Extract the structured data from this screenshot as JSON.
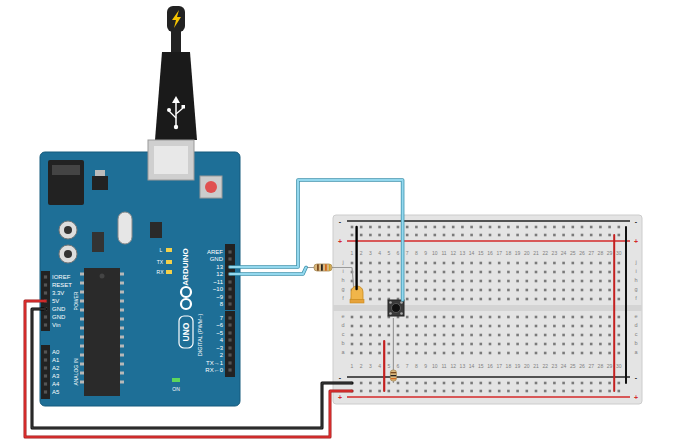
{
  "diagram": {
    "labels": [
      "L",
      "TX",
      "RX",
      "AREF",
      "GND",
      "13",
      "12",
      "~11",
      "~10",
      "~9",
      "8",
      "7",
      "~6",
      "~5",
      "4",
      "~3",
      "2",
      "TX→1",
      "RX←0",
      "DIGITAL (PWM~)",
      "ARDUINO",
      "UNO",
      "ON",
      "IOREF",
      "RESET",
      "3.3V",
      "5V",
      "GND",
      "GND",
      "Vin",
      "POWER",
      "A0",
      "A1",
      "A2",
      "A3",
      "A4",
      "A5",
      "ANALOG IN",
      "-",
      "+",
      "-",
      "+",
      "1",
      "2",
      "3",
      "4",
      "5",
      "6",
      "7",
      "8",
      "9",
      "10",
      "11",
      "12",
      "13",
      "14",
      "15",
      "16",
      "17",
      "18",
      "19",
      "20",
      "21",
      "22",
      "23",
      "24",
      "25",
      "26",
      "27",
      "28",
      "29",
      "30",
      "j",
      "i",
      "h",
      "g",
      "f",
      "e",
      "d",
      "c",
      "b",
      "a",
      "j",
      "i",
      "h",
      "g",
      "f",
      "e",
      "d",
      "c",
      "b",
      "a",
      "1",
      "2",
      "3",
      "4",
      "5",
      "6",
      "7",
      "8",
      "9",
      "10",
      "11",
      "12",
      "13",
      "14",
      "15",
      "16",
      "17",
      "18",
      "19",
      "20",
      "21",
      "22",
      "23",
      "24",
      "25",
      "26",
      "27",
      "28",
      "29",
      "30",
      "-",
      "+",
      "-",
      "+"
    ]
  }
}
